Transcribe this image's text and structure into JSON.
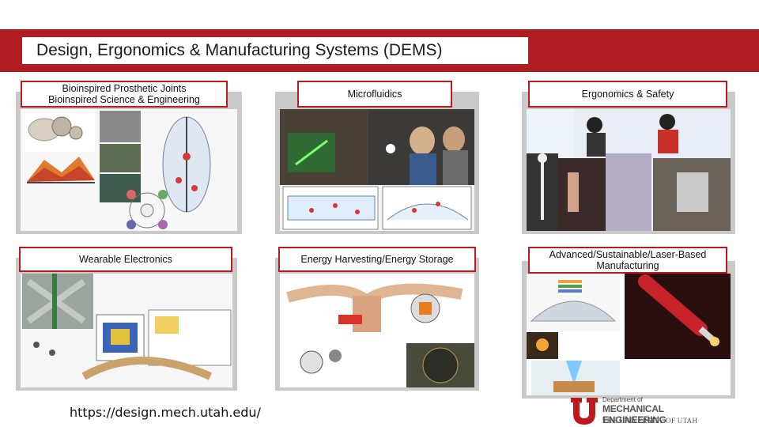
{
  "header": {
    "title": "Design, Ergonomics & Manufacturing Systems (DEMS)",
    "bar_color": "#b01c22"
  },
  "panels": {
    "bioinspired": {
      "line1": "Bioinspired Prosthetic Joints",
      "line2": "Bioinspired Science & Engineering"
    },
    "microfluidics": {
      "label": "Microfluidics"
    },
    "ergonomics": {
      "label": "Ergonomics & Safety"
    },
    "wearable": {
      "label": "Wearable Electronics"
    },
    "energy": {
      "label": "Energy Harvesting/Energy Storage"
    },
    "manufacturing": {
      "line1": "Advanced/Sustainable/Laser-Based",
      "line2": "Manufacturing"
    }
  },
  "footer": {
    "url": "https://design.mech.utah.edu/"
  },
  "logo": {
    "dept": "Department of",
    "name": "MECHANICAL ENGINEERING",
    "univ": "THE UNIVERSITY OF UTAH",
    "color": "#c0181e"
  }
}
